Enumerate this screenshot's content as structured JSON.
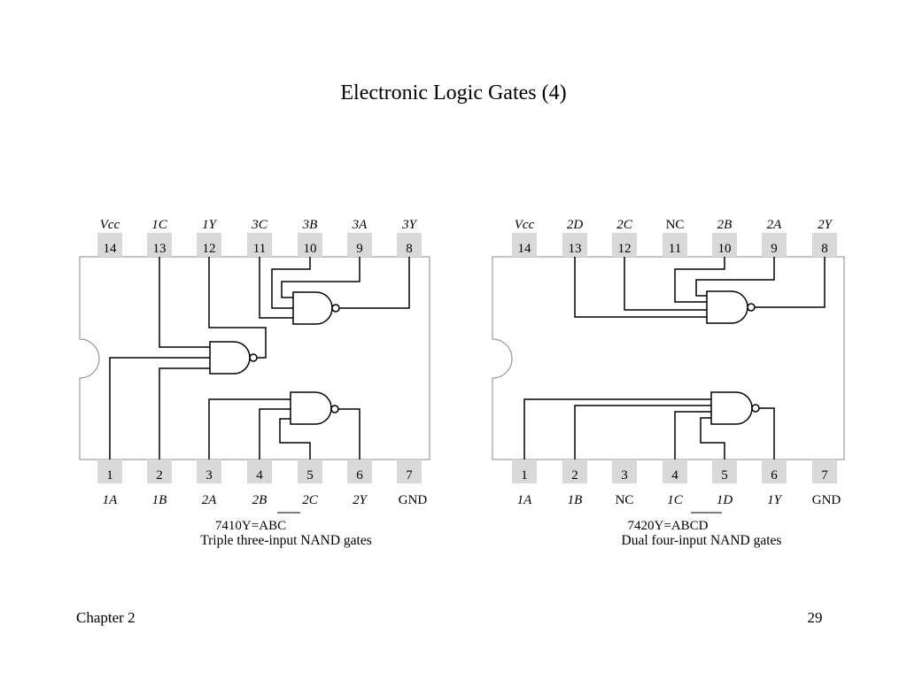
{
  "slide": {
    "title": "Electronic Logic Gates (4)",
    "footer_left": "Chapter 2",
    "footer_right": "29"
  },
  "chips": [
    {
      "id": "7410",
      "top_pins": [
        {
          "num": "14",
          "name": "Vcc"
        },
        {
          "num": "13",
          "name": "1C"
        },
        {
          "num": "12",
          "name": "1Y"
        },
        {
          "num": "11",
          "name": "3C"
        },
        {
          "num": "10",
          "name": "3B"
        },
        {
          "num": "9",
          "name": "3A"
        },
        {
          "num": "8",
          "name": "3Y"
        }
      ],
      "bottom_pins": [
        {
          "num": "1",
          "name": "1A"
        },
        {
          "num": "2",
          "name": "1B"
        },
        {
          "num": "3",
          "name": "2A"
        },
        {
          "num": "4",
          "name": "2B"
        },
        {
          "num": "5",
          "name": "2C"
        },
        {
          "num": "6",
          "name": "2Y"
        },
        {
          "num": "7",
          "name": "GND"
        }
      ],
      "equation_part": "7410",
      "equation_lhs": "Y",
      "equation_rhs": "ABC",
      "caption": "Triple three-input NAND gates"
    },
    {
      "id": "7420",
      "top_pins": [
        {
          "num": "14",
          "name": "Vcc"
        },
        {
          "num": "13",
          "name": "2D"
        },
        {
          "num": "12",
          "name": "2C"
        },
        {
          "num": "11",
          "name": "NC"
        },
        {
          "num": "10",
          "name": "2B"
        },
        {
          "num": "9",
          "name": "2A"
        },
        {
          "num": "8",
          "name": "2Y"
        }
      ],
      "bottom_pins": [
        {
          "num": "1",
          "name": "1A"
        },
        {
          "num": "2",
          "name": "1B"
        },
        {
          "num": "3",
          "name": "NC"
        },
        {
          "num": "4",
          "name": "1C"
        },
        {
          "num": "5",
          "name": "1D"
        },
        {
          "num": "6",
          "name": "1Y"
        },
        {
          "num": "7",
          "name": "GND"
        }
      ],
      "equation_part": "7420",
      "equation_lhs": "Y",
      "equation_rhs": "ABCD",
      "caption": "Dual four-input NAND gates"
    }
  ]
}
